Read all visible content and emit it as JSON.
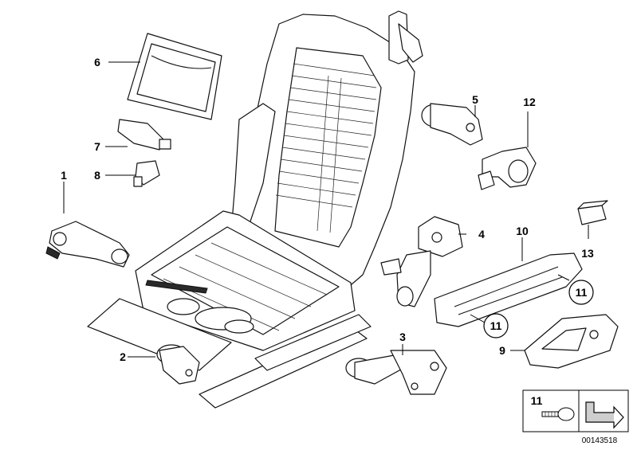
{
  "diagram": {
    "callouts": [
      "1",
      "2",
      "3",
      "4",
      "5",
      "6",
      "7",
      "8",
      "9",
      "10",
      "11",
      "12",
      "13"
    ],
    "legend": {
      "part_number": "11"
    },
    "catalog_code": "00143518"
  }
}
